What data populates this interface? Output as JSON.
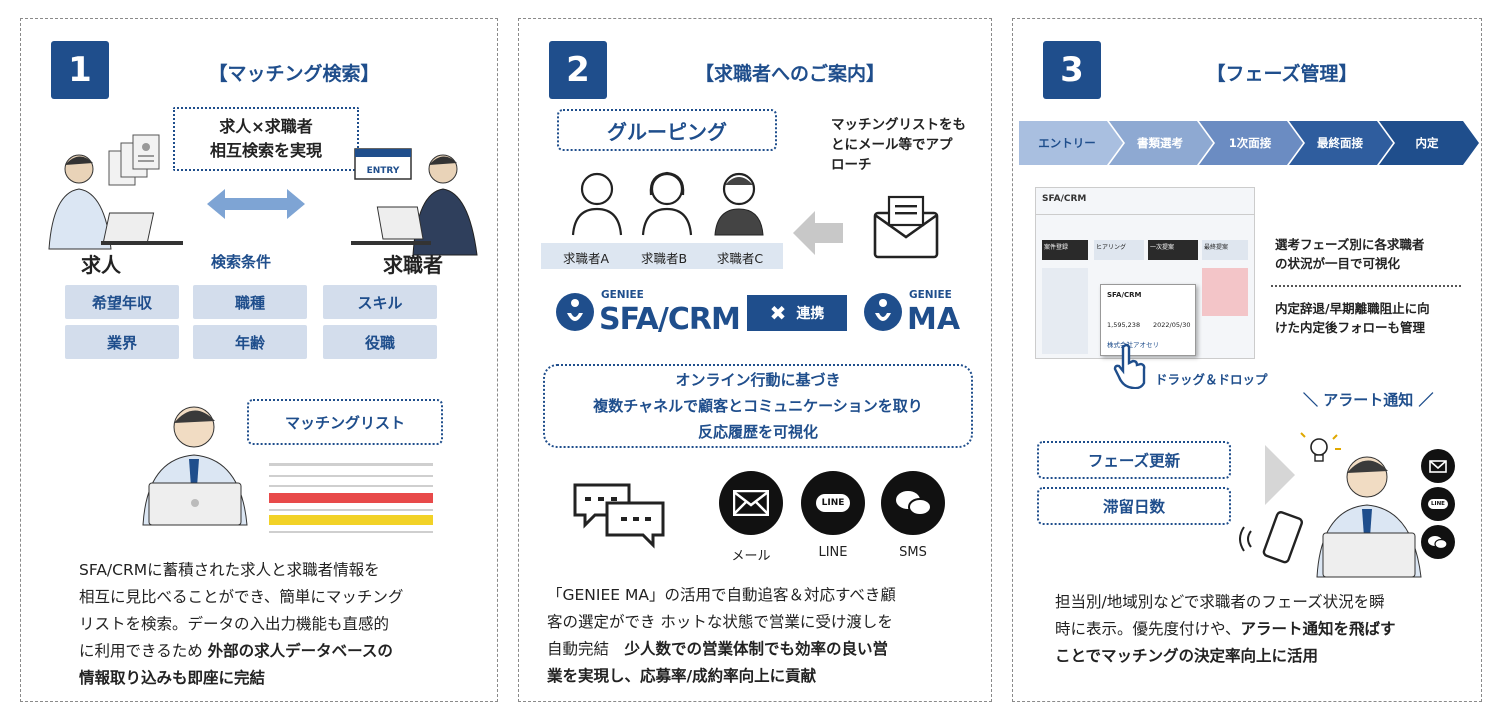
{
  "panel1": {
    "num": "1",
    "title": "【マッチング検索】",
    "bubble_line1": "求人×求職者",
    "bubble_line2": "相互検索を実現",
    "entry_label": "ENTRY",
    "left_label": "求人",
    "center_label": "検索条件",
    "right_label": "求職者",
    "conditions": [
      "希望年収",
      "職種",
      "スキル",
      "業界",
      "年齢",
      "役職"
    ],
    "list_label": "マッチングリスト",
    "desc_line1": "SFA/CRMに蓄積された求人と求職者情報を",
    "desc_line2": "相互に見比べることができ、簡単にマッチング",
    "desc_line3": "リストを検索。データの入出力機能も直感的",
    "desc_line4_plain": "に利用できるため ",
    "desc_line4_bold": "外部の求人データベースの",
    "desc_line5_bold": "情報取り込みも即座に完結"
  },
  "panel2": {
    "num": "2",
    "title": "【求職者へのご案内】",
    "grouping": "グルーピング",
    "note_line1": "マッチングリストをも",
    "note_line2": "とにメール等でアプ",
    "note_line3": "ローチ",
    "persons": [
      "求職者A",
      "求職者B",
      "求職者C"
    ],
    "geniee": "GENIEE",
    "sfa": "SFA/CRM",
    "link": "連携",
    "ma": "MA",
    "online_line1": "オンライン行動に基づき",
    "online_line2": "複数チャネルで顧客とコミュニケーションを取り",
    "online_line3": "反応履歴を可視化",
    "channels": [
      "メール",
      "LINE",
      "SMS"
    ],
    "line_icon_text": "LINE",
    "desc_line1": "「GENIEE MA」の活用で自動追客＆対応すべき顧",
    "desc_line2": "客の選定ができ ホットな状態で営業に受け渡しを",
    "desc_line3_plain": "自動完結　",
    "desc_line3_bold": "少人数での営業体制でも効率の良い営",
    "desc_line4_bold": "業を実現し、応募率/成約率向上に貢献"
  },
  "panel3": {
    "num": "3",
    "title": "【フェーズ管理】",
    "phases": [
      "エントリー",
      "書類選考",
      "1次面接",
      "最終面接",
      "内定"
    ],
    "crm_logo": "SFA/CRM",
    "crm_card_title": "SFA/CRM",
    "crm_card_amount": "1,595,238",
    "crm_card_date": "2022/05/30",
    "crm_card_company": "株式会社アオセリ",
    "crm_col_heads": [
      "案件登録",
      "ヒアリング",
      "一次提案",
      "最終提案"
    ],
    "dragdrop": "ドラッグ＆ドロップ",
    "note1_line1": "選考フェーズ別に各求職者",
    "note1_line2": "の状況が一目で可視化",
    "note2_line1": "内定辞退/早期離職阻止に向",
    "note2_line2": "けた内定後フォローも管理",
    "alert": "＼ アラート通知 ／",
    "phase_update": "フェーズ更新",
    "stay_days": "滞留日数",
    "line_icon_text": "LINE",
    "desc_line1": "担当別/地域別などで求職者のフェーズ状況を瞬",
    "desc_line2_plain": "時に表示。優先度付けや、",
    "desc_line2_bold": "アラート通知を飛ばす",
    "desc_line3_bold": "ことでマッチングの決定率向上に活用"
  },
  "colors": {
    "brand_blue": "#1f4e8c",
    "chip_bg": "#d3ddec",
    "phase_light": "#a9bfe0",
    "phase_dark": "#1f4e8c"
  }
}
